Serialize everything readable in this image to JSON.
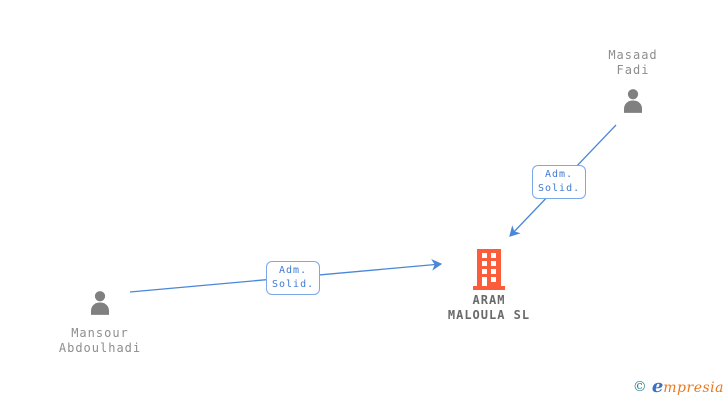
{
  "nodes": {
    "person1": {
      "name_line1": "Mansour",
      "name_line2": "Abdoulhadi"
    },
    "person2": {
      "name_line1": "Masaad",
      "name_line2": "Fadi"
    },
    "company": {
      "name_line1": "ARAM",
      "name_line2": "MALOULA SL"
    }
  },
  "edges": {
    "edge1": {
      "label_line1": "Adm.",
      "label_line2": "Solid."
    },
    "edge2": {
      "label_line1": "Adm.",
      "label_line2": "Solid."
    }
  },
  "watermark": {
    "copyright": "©",
    "brand_first": "e",
    "brand_rest": "mpresia"
  },
  "colors": {
    "edge_blue": "#4a86d9",
    "label_text_blue": "#3f7ad0",
    "label_border_blue": "#7aa9e8",
    "building_orange": "#fb5d3b",
    "person_gray": "#808080",
    "name_gray": "#8e8e8e",
    "company_gray": "#6a6a6a",
    "copyright_teal": "#2e7f8f",
    "brand_blue": "#3b6fc4",
    "brand_orange": "#e8791f"
  }
}
